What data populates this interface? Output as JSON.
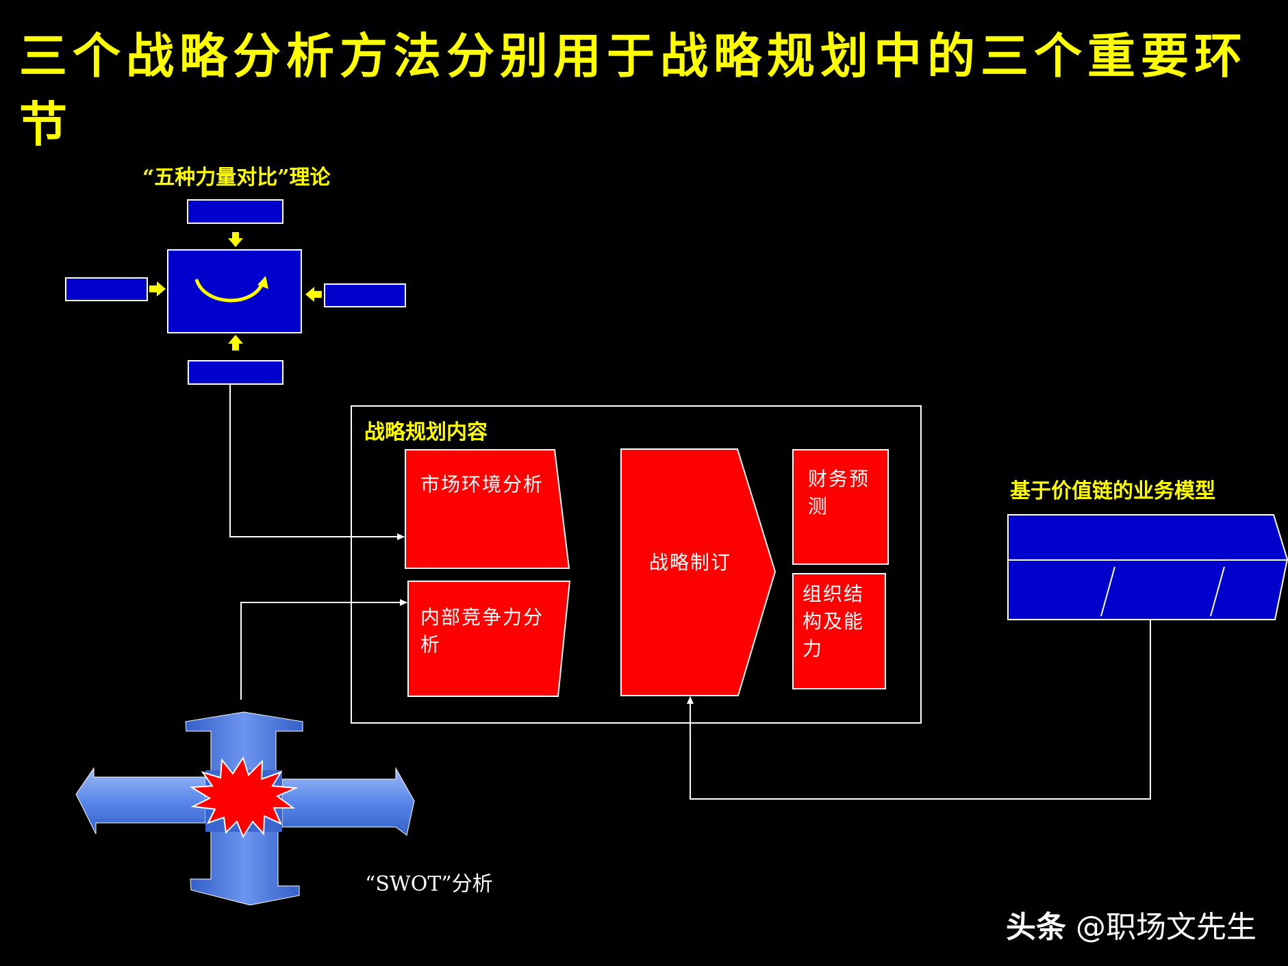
{
  "title": "三个战略分析方法分别用于战略规划中的三个重要环节",
  "five_forces": {
    "label": "“五种力量对比”理论"
  },
  "strategy": {
    "frame_label": "战略规划内容",
    "market": "市场环境分析",
    "internal": "内部竞争力分析",
    "formulate": "战略制订",
    "finance": "财务预测",
    "org": "组织结构及能力"
  },
  "value_chain": {
    "label": "基于价值链的业务模型"
  },
  "swot": {
    "label": "“SWOT”分析"
  },
  "watermark": {
    "brand": "头条",
    "account": "@职场文先生"
  },
  "colors": {
    "title": "#ffff00",
    "blue": "#0000cc",
    "red": "#ff0000",
    "arrow_blue": "#4f81e8"
  },
  "icons": [
    "cycle-arrow-icon",
    "explosion-icon"
  ]
}
